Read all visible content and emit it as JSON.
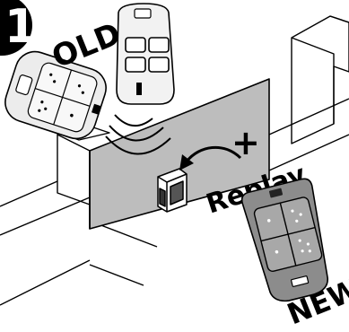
{
  "step": {
    "number": "1"
  },
  "labels": {
    "old": "OLD",
    "replay": "Replay",
    "new": "NEW",
    "plus": "+"
  },
  "colors": {
    "outline": "#000000",
    "gate": "#bdbdbd",
    "remote_new": "#8c8c8c",
    "remote_old": "#e6e6e6",
    "wall_face": "#ffffff"
  },
  "icons": {
    "old_remote_left": "remote-control-4-button-icon",
    "old_remote_top": "remote-control-4-button-icon",
    "new_remote": "remote-control-4-button-icon",
    "signal": "radio-wave-icon",
    "receiver": "gate-receiver-box-icon",
    "arrow": "curved-arrow-icon"
  }
}
